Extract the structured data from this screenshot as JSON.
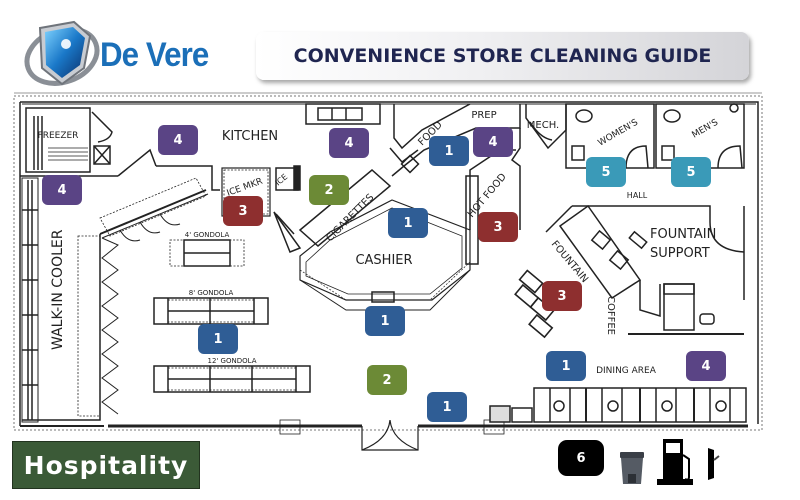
{
  "header": {
    "logo_text": "De Vere",
    "title": "CONVENIENCE STORE CLEANING GUIDE"
  },
  "colors": {
    "zone_1": "#2f5d95",
    "zone_2": "#6c8a36",
    "zone_3": "#8e2f2f",
    "zone_4": "#5a4485",
    "zone_5": "#3a9ab8",
    "zone_6": "#000000",
    "category_badge": "#3b5a37",
    "title_text": "#1f2550"
  },
  "rooms": {
    "freezer": "FREEZER",
    "kitchen": "KITCHEN",
    "walk_in_cooler": "WALK-IN COOLER",
    "ice_maker": "ICE MKR",
    "ice": "ICE",
    "food": "FOOD",
    "prep": "PREP",
    "mech": "MECH.",
    "womens": "WOMEN'S",
    "mens": "MEN'S",
    "hall": "HALL",
    "cigarettes": "CIGARETTES",
    "hot_food": "HOT FOOD",
    "cashier": "CASHIER",
    "fountain_support_1": "FOUNTAIN",
    "fountain_support_2": "SUPPORT",
    "fountain": "FOUNTAIN",
    "coffee": "COFFEE",
    "gondola_4": "4' GONDOLA",
    "gondola_8": "8' GONDOLA",
    "gondola_12": "12' GONDOLA",
    "dining_area": "DINING AREA"
  },
  "zones": [
    {
      "id": "kitchen-top",
      "number": "4",
      "zone": 4
    },
    {
      "id": "walk-in-cooler",
      "number": "4",
      "zone": 4
    },
    {
      "id": "kitchen-counter",
      "number": "4",
      "zone": 4
    },
    {
      "id": "food-prep-1",
      "number": "1",
      "zone": 1
    },
    {
      "id": "food-prep-4",
      "number": "4",
      "zone": 4
    },
    {
      "id": "womens-restroom",
      "number": "5",
      "zone": 5
    },
    {
      "id": "mens-restroom",
      "number": "5",
      "zone": 5
    },
    {
      "id": "ice-area",
      "number": "2",
      "zone": 2
    },
    {
      "id": "ice-maker",
      "number": "3",
      "zone": 3
    },
    {
      "id": "cashier-area",
      "number": "1",
      "zone": 1
    },
    {
      "id": "hot-food",
      "number": "3",
      "zone": 3
    },
    {
      "id": "fountain",
      "number": "3",
      "zone": 3
    },
    {
      "id": "gondola-aisle",
      "number": "1",
      "zone": 1
    },
    {
      "id": "cashier-front",
      "number": "1",
      "zone": 1
    },
    {
      "id": "entrance-floor",
      "number": "2",
      "zone": 2
    },
    {
      "id": "dining-area",
      "number": "1",
      "zone": 1
    },
    {
      "id": "dining-area-4",
      "number": "4",
      "zone": 4
    },
    {
      "id": "entrance-right",
      "number": "1",
      "zone": 1
    }
  ],
  "footer": {
    "category": "Hospitality",
    "legend_number": "6",
    "legend_icons": [
      "trash-bin-icon",
      "gas-pump-icon",
      "fuel-nozzle-icon"
    ]
  }
}
